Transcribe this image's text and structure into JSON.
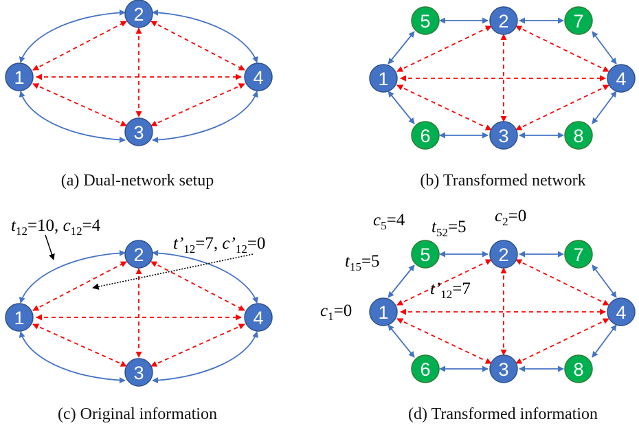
{
  "colors": {
    "primary_node": "#4472c4",
    "primary_node_stroke": "#2f528f",
    "secondary_node": "#00b050",
    "secondary_node_stroke": "#2e7d32",
    "solid_edge": "#4472c4",
    "dashed_edge": "#ff0000"
  },
  "panels": {
    "a": {
      "caption": "(a) Dual-network setup"
    },
    "b": {
      "caption": "(b) Transformed network"
    },
    "c": {
      "caption": "(c) Original information",
      "annotations": {
        "t12": {
          "letter": "t",
          "sub": "12",
          "rest": "=10, "
        },
        "c12": {
          "letter": "c",
          "sub": "12",
          "rest": "=4"
        },
        "tp12": {
          "letter": "t’",
          "sub": "12",
          "rest": "=7, "
        },
        "cp12": {
          "letter": "c’",
          "sub": "12",
          "rest": "=0"
        }
      }
    },
    "d": {
      "caption": "(d) Transformed information",
      "annotations": {
        "c5": {
          "letter": "c",
          "sub": "5",
          "rest": "=4"
        },
        "t52": {
          "letter": "t",
          "sub": "52",
          "rest": "=5"
        },
        "c2": {
          "letter": "c",
          "sub": "2",
          "rest": "=0"
        },
        "t15": {
          "letter": "t",
          "sub": "15",
          "rest": "=5"
        },
        "tp12": {
          "letter": "t’",
          "sub": "12",
          "rest": "=7"
        },
        "c1": {
          "letter": "c",
          "sub": "1",
          "rest": "=0"
        }
      }
    }
  },
  "nodes": {
    "primary": [
      "1",
      "2",
      "3",
      "4"
    ],
    "secondary": [
      "5",
      "6",
      "7",
      "8"
    ]
  }
}
